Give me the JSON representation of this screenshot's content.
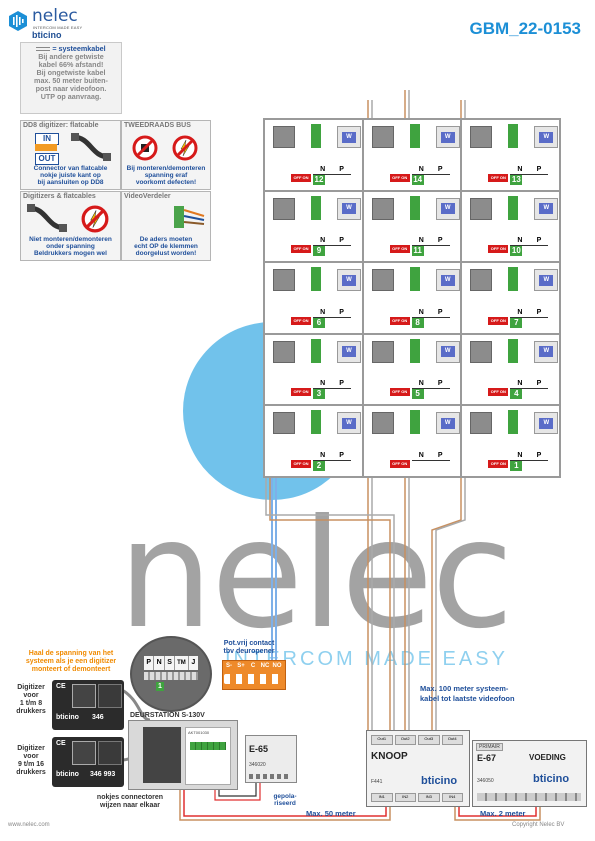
{
  "header": {
    "brand_name": "nelec",
    "brand_tagline": "INTERCOM MADE EASY",
    "brand_bticino": "bticino",
    "doc_number": "GBM_22-0153"
  },
  "legend": {
    "title": "= systeemkabel",
    "lines": [
      "Bij andere getwiste",
      "kabel 66% afstand!",
      "Bij ongetwiste kabel",
      "max. 50 meter buiten-",
      "post naar videofoon.",
      "UTP op aanvraag."
    ]
  },
  "panels": {
    "dd8": {
      "title": "DD8 digitizer: flatcable",
      "in_label": "IN",
      "out_label": "OUT",
      "caption": [
        "Connector van flatcable",
        "nokje juiste kant op",
        "bij aansluiten op DD8"
      ]
    },
    "bus": {
      "title": "TWEEDRAADS BUS",
      "caption": [
        "Bij monteren/demonteren",
        "spanning eraf",
        "voorkomt defecten!"
      ]
    },
    "flat": {
      "title": "Digitizers & flatcables",
      "caption": [
        "Niet monteren/demonteren",
        "onder spanning",
        "Beldrukkers mogen wel"
      ]
    },
    "video": {
      "title": "VideoVerdeler",
      "caption": [
        "De aders moeten",
        "echt OP de klemmen",
        "doorgelust worden!"
      ]
    }
  },
  "watermark": {
    "text": "nelec",
    "tagline": "INTERCOM MADE EASY"
  },
  "grid": {
    "off_label": "OFF",
    "on_label": "ON",
    "n_label": "N",
    "p_label": "P",
    "w_label": "W",
    "columns": [
      {
        "cells": [
          "12",
          "9",
          "6",
          "3",
          "2"
        ],
        "top": "12"
      },
      {
        "cells": [
          "14",
          "11",
          "8",
          "5",
          ""
        ],
        "top": "14"
      },
      {
        "cells": [
          "13",
          "10",
          "7",
          "4",
          "1"
        ],
        "top": "13"
      }
    ]
  },
  "notes": {
    "power_note": [
      "Haal de spanning van het",
      "systeem als je een digitizer",
      "monteert of demonteert"
    ],
    "digitizer1": [
      "Digitizer",
      "voor",
      "1 t/m 8",
      "drukkers"
    ],
    "digitizer2": [
      "Digitizer",
      "voor",
      "9 t/m 16",
      "drukkers"
    ],
    "nokjes": [
      "nokjes connectoren",
      "wijzen naar elkaar"
    ],
    "pot_contact": [
      "Pot.vrij contact",
      "tbv deuropener"
    ],
    "max100": [
      "Max. 100 meter systeem-",
      "kabel tot laatste videofoon"
    ],
    "max50": "Max. 50 meter",
    "max2": "Max. 2 meter",
    "gepolariseerd": [
      "gepola-",
      "riseerd"
    ],
    "website": "www.nelec.com",
    "copyright": "Copyright Nelec BV"
  },
  "devices": {
    "digitizer1_code": "346",
    "digitizer2_code": "346 993",
    "deurstation_label": "DEURSTATION S-130V",
    "deurstation_code": "AKT001030",
    "e65_label": "E-65",
    "e65_code": "346020",
    "knoop_label": "KNOOP",
    "knoop_code": "F441",
    "voeding_label": "VOEDING",
    "voeding_model": "E-67",
    "voeding_code": "346050",
    "primair": "PRIMAIR",
    "bticino": "bticino",
    "terminal_labels": [
      "P",
      "N",
      "S",
      "TM",
      "J"
    ],
    "relay_labels": [
      "S-",
      "S+",
      "C",
      "NC",
      "NO"
    ],
    "knoop_ports": [
      "Out1",
      "Out2",
      "Out3",
      "Out4"
    ],
    "knoop_inputs": [
      "IN1",
      "IN2",
      "IN3",
      "IN4"
    ],
    "block_number": "1"
  }
}
